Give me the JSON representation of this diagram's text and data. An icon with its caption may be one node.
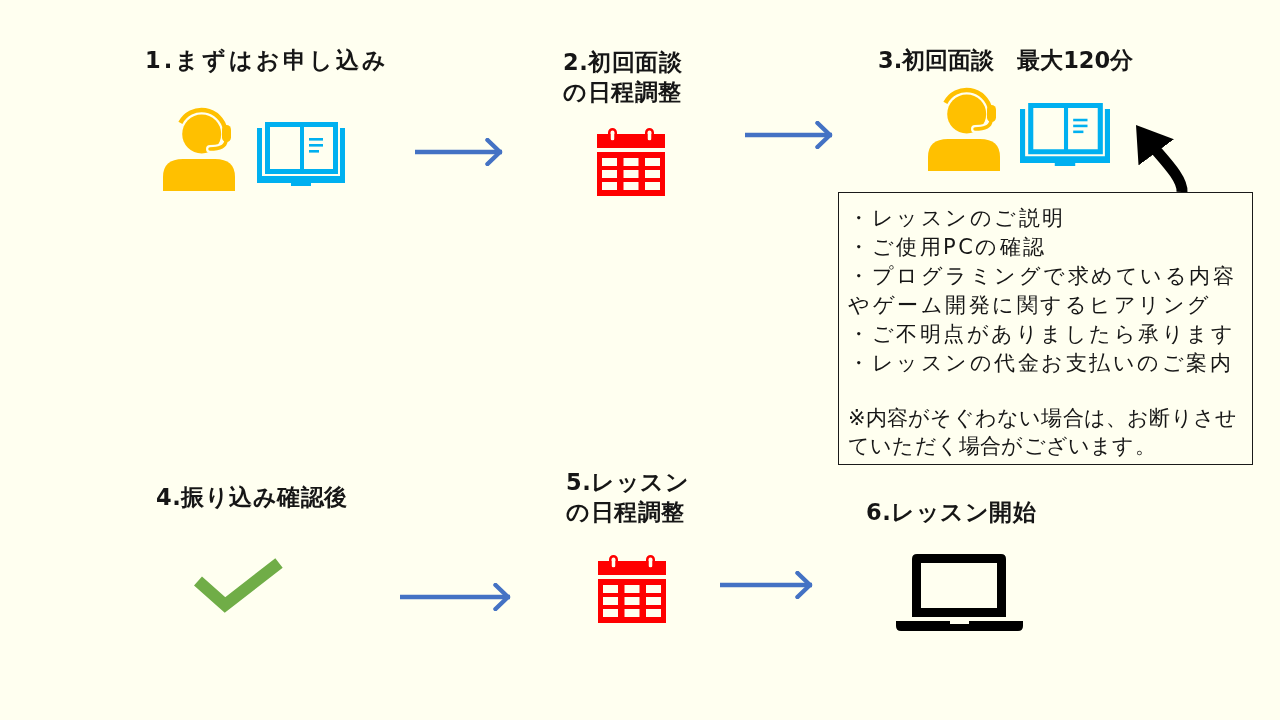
{
  "diagram": {
    "nodes": [
      {
        "text": [
          "1.まずはお申し込み"
        ]
      },
      {
        "text": [
          "2.初回面談の日程調整"
        ]
      },
      {
        "text": [
          "3.初回面談　最大120分"
        ]
      },
      {
        "text": [
          "・レッスンのご説明",
          "・ご使用PCの確認",
          "・プログラミングで求めている内容やゲーム開発に関するヒアリング",
          "・ご不明点がありましたら承ります",
          "・レッスンの代金お支払いのご案内",
          "※内容がそぐわない場合は、お断りさせていただく場合がございます。"
        ]
      },
      {
        "text": [
          "4.振り込み確認後"
        ]
      },
      {
        "text": [
          "5.レッスンの日程調整"
        ]
      },
      {
        "text": [
          "6.レッスン開始"
        ]
      }
    ],
    "edges": [
      {
        "from": 0,
        "to": 1,
        "arrow": "to"
      },
      {
        "from": 1,
        "to": 2,
        "arrow": "to"
      },
      {
        "from": 3,
        "to": 2,
        "arrow": "to",
        "style": "thick",
        "color": "#000000"
      },
      {
        "from": 4,
        "to": 5,
        "arrow": "to"
      },
      {
        "from": 5,
        "to": 6,
        "arrow": "to"
      }
    ]
  }
}
